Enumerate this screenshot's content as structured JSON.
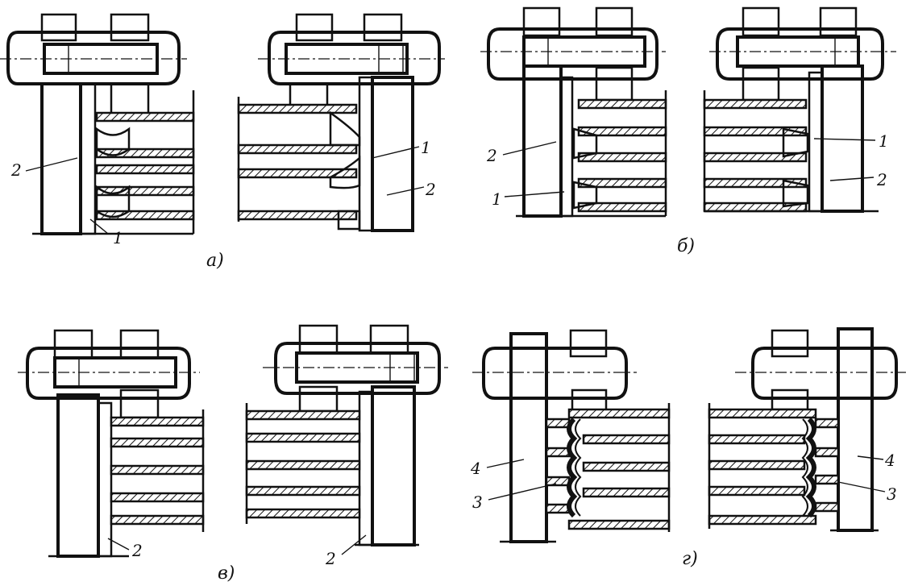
{
  "figure": {
    "panels": [
      {
        "id": "a",
        "caption": "а)",
        "callouts_left": [
          "2",
          "1"
        ],
        "callouts_right": [
          "1",
          "2"
        ]
      },
      {
        "id": "b",
        "caption": "б)",
        "callouts_left": [
          "2",
          "1"
        ],
        "callouts_right": [
          "1",
          "2"
        ]
      },
      {
        "id": "v",
        "caption": "в)",
        "callouts_left": [
          "2"
        ],
        "callouts_right": [
          "2"
        ]
      },
      {
        "id": "g",
        "caption": "г)",
        "callouts_left": [
          "4",
          "3"
        ],
        "callouts_right": [
          "4",
          "3"
        ]
      }
    ]
  },
  "colors": {
    "ink": "#111111",
    "paper": "#ffffff"
  }
}
